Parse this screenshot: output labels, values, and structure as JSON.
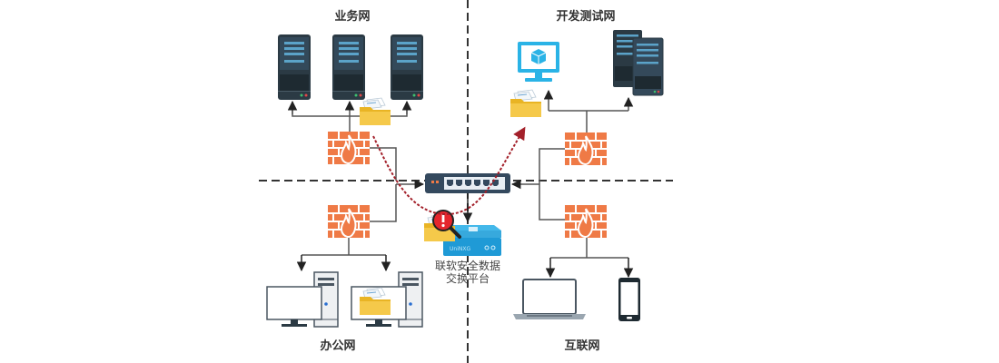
{
  "zones": {
    "business": {
      "label": "业务网"
    },
    "devtest": {
      "label": "开发测试网"
    },
    "office": {
      "label": "办公网"
    },
    "internet": {
      "label": "互联网"
    }
  },
  "platform": {
    "label_line1": "联软安全数据",
    "label_line2": "交换平台",
    "device_brand": "UniNXG"
  },
  "icons": {
    "server": "server-icon",
    "firewall": "firewall-icon",
    "switch": "network-switch-icon",
    "folder": "folder-icon",
    "alert": "alert-magnifier-icon",
    "monitor": "monitor-icon",
    "desktop": "desktop-computer-icon",
    "laptop": "laptop-icon",
    "phone": "smartphone-icon"
  },
  "colors": {
    "firewall": "#ef7a46",
    "server_dark": "#2b3a44",
    "server_stripe": "#5ba3c9",
    "switch": "#34495e",
    "platform": "#1f9ad6",
    "monitor": "#2ab3e6",
    "folder": "#f2c232",
    "alert": "#e5262d",
    "flow_line": "#a3202a",
    "connector": "#555555"
  }
}
